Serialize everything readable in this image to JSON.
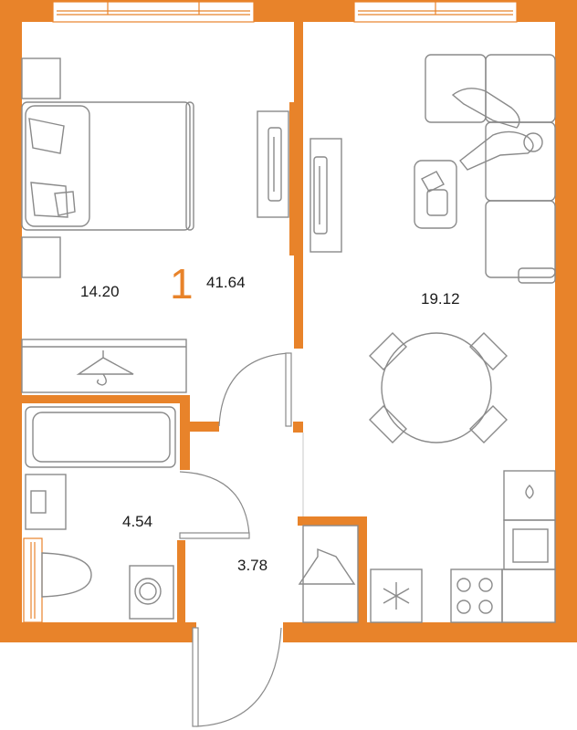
{
  "plan": {
    "room_count": "1",
    "total_area": "41.64",
    "rooms": {
      "bedroom_area": "14.20",
      "living_kitchen_area": "19.12",
      "bathroom_area": "4.54",
      "hallway_area": "3.78"
    }
  },
  "colors": {
    "wall": "#E8832A",
    "furniture": "#8a8a8a",
    "text": "#1a1a1a",
    "background": "#ffffff"
  },
  "icons": [
    "hanger-icon",
    "snowflake-icon",
    "person-icon"
  ]
}
